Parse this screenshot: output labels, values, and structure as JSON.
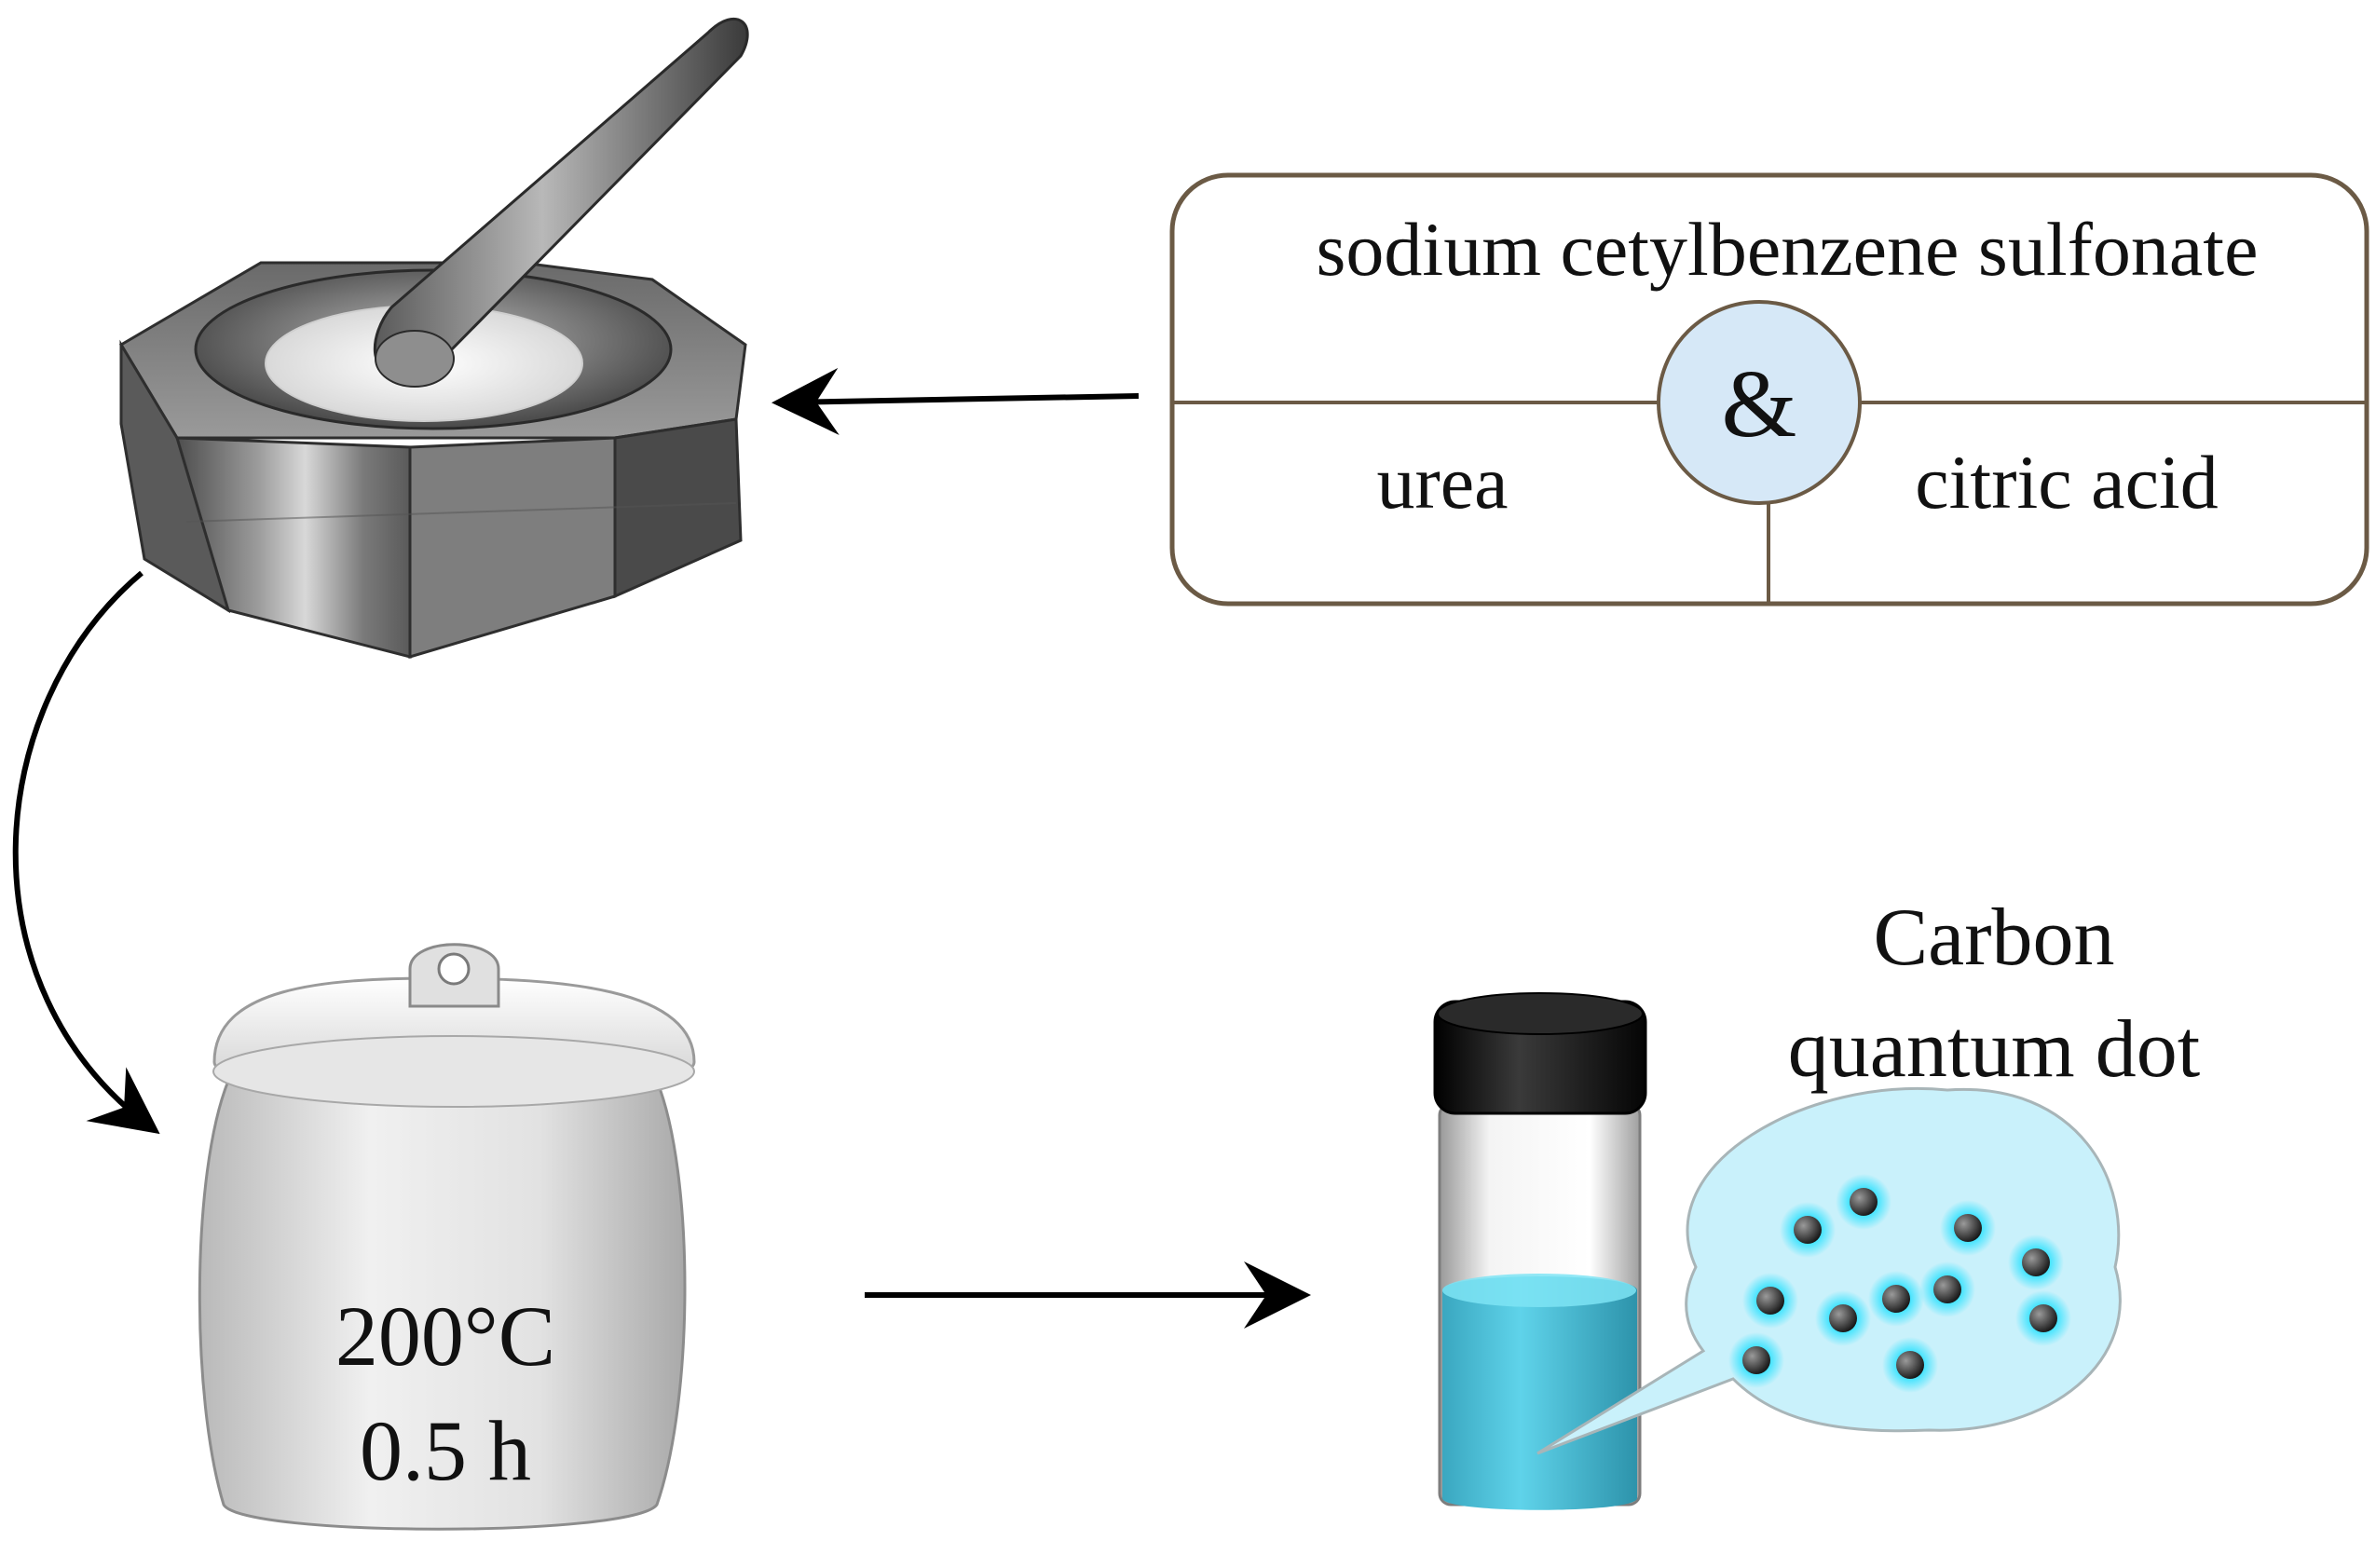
{
  "reagents_box": {
    "top_label": "sodium cetylbenzene sulfonate",
    "left_label": "urea",
    "right_label": "citric acid",
    "center_symbol": "&"
  },
  "autoclave": {
    "temperature": "200°C",
    "duration": "0.5 h"
  },
  "product": {
    "label_line1": "Carbon",
    "label_line2": "quantum dot"
  },
  "colors": {
    "box_border": "#6b5a45",
    "ampersand_fill": "#d6e8f7",
    "solution": "#4fc9e3",
    "bubble_fill": "#c9f1fb",
    "dot_glow": "#1ee0ff",
    "dot_core": "#2a2a2a"
  },
  "icons": [
    "mortar-and-pestle-icon",
    "autoclave-icon",
    "vial-icon",
    "quantum-dot-icon"
  ]
}
